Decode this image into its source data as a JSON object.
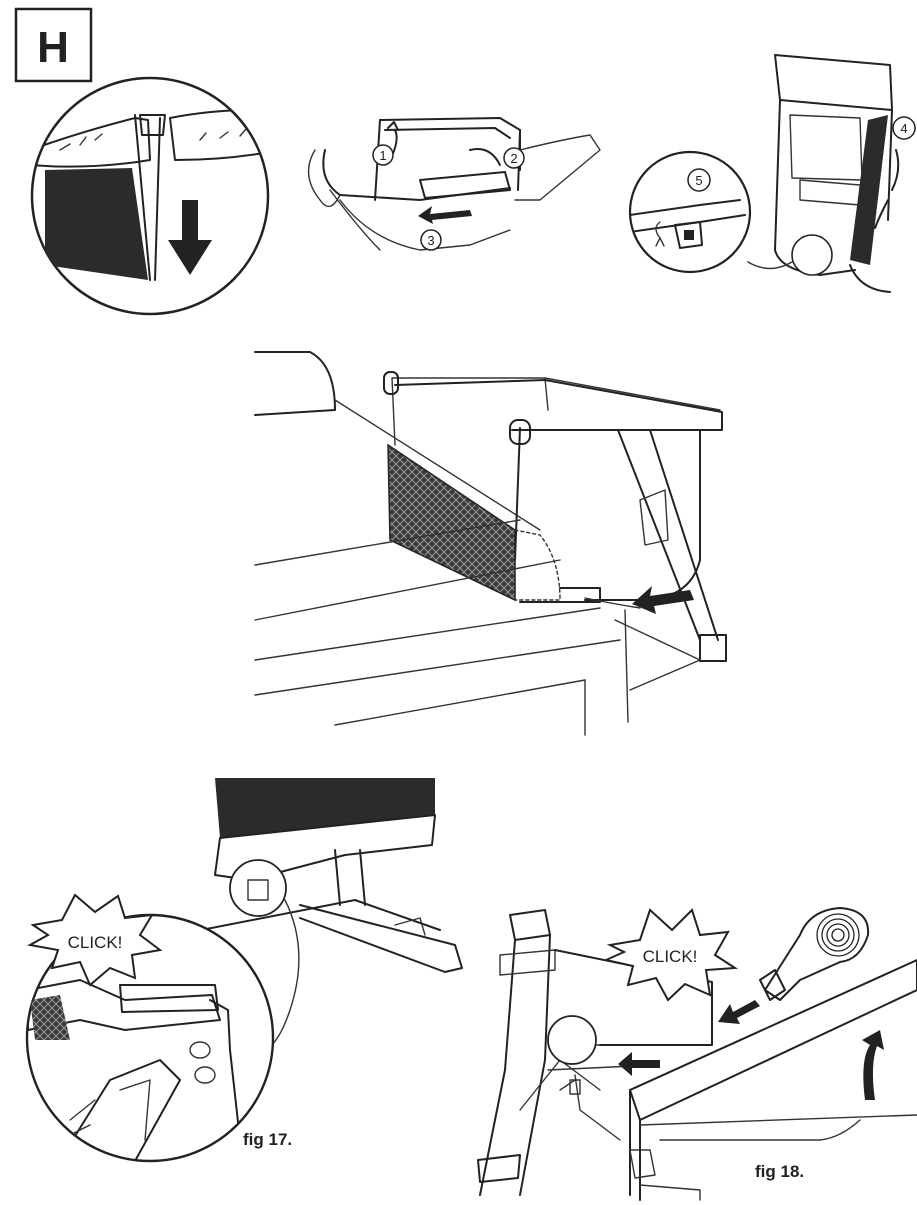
{
  "section_label": "H",
  "step_numbers": [
    "1",
    "2",
    "3",
    "4",
    "5"
  ],
  "click_texts": [
    "CLICK!",
    "CLICK!"
  ],
  "figure_captions": [
    "fig 17.",
    "fig 18."
  ],
  "colors": {
    "ink": "#222222",
    "fill_dark": "#2b2b2b",
    "paper": "#ffffff"
  }
}
